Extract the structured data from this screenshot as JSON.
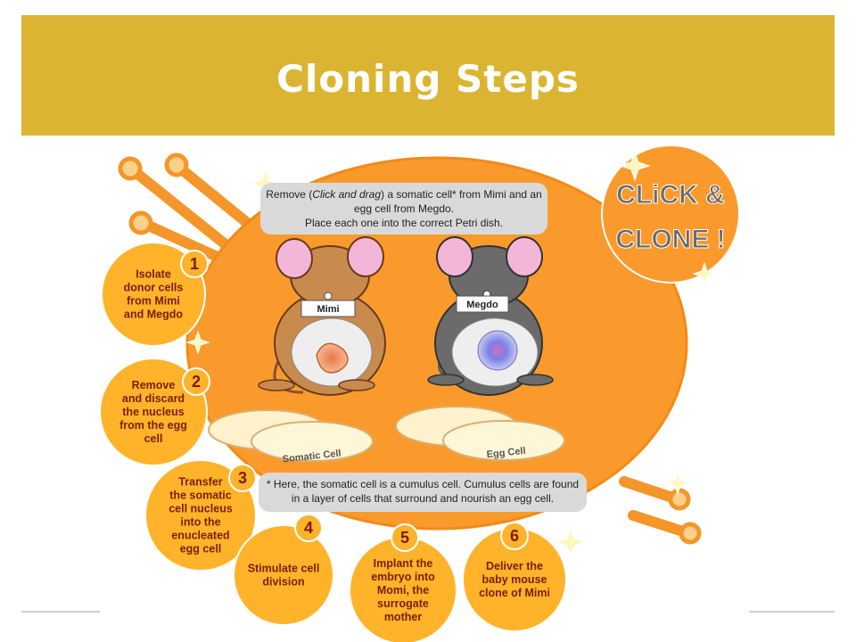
{
  "slide": {
    "title": "Cloning Steps"
  },
  "brand": {
    "text_line1": "CLiCK &",
    "text_line2": "CLONE !"
  },
  "instruction": {
    "line1_a": "Remove (",
    "line1_em": "Click and drag",
    "line1_b": ") a somatic cell* from Mimi and an",
    "line2": "egg cell from Megdo.",
    "line3": "Place each one into the correct Petri dish."
  },
  "mice": {
    "left_label": "Mimi",
    "right_label": "Megdo"
  },
  "dishes": {
    "left_label": "Somatic Cell",
    "right_label": "Egg Cell"
  },
  "footnote": {
    "line1": "* Here, the somatic cell is a cumulus cell. Cumulus cells are found",
    "line2": "in a layer of cells that surround and nourish an egg cell."
  },
  "steps": [
    {
      "number": "1",
      "lines": [
        "Isolate",
        "donor cells",
        "from Mimi",
        "and Megdo"
      ]
    },
    {
      "number": "2",
      "lines": [
        "Remove",
        "and discard",
        "the nucleus",
        "from the egg",
        "cell"
      ]
    },
    {
      "number": "3",
      "lines": [
        "Transfer",
        "the somatic",
        "cell nucleus",
        "into the",
        "enucleated",
        "egg cell"
      ]
    },
    {
      "number": "4",
      "lines": [
        "Stimulate cell",
        "division"
      ]
    },
    {
      "number": "5",
      "lines": [
        "Implant the",
        "embryo into",
        "Momi, the",
        "surrogate",
        "mother"
      ]
    },
    {
      "number": "6",
      "lines": [
        "Deliver the",
        "baby mouse",
        "clone of Mimi"
      ]
    }
  ],
  "colors": {
    "banner": "#dbb432",
    "orange": "#fb9a2c",
    "step_fill": "#ffb32a",
    "text": "#7a1e00"
  }
}
